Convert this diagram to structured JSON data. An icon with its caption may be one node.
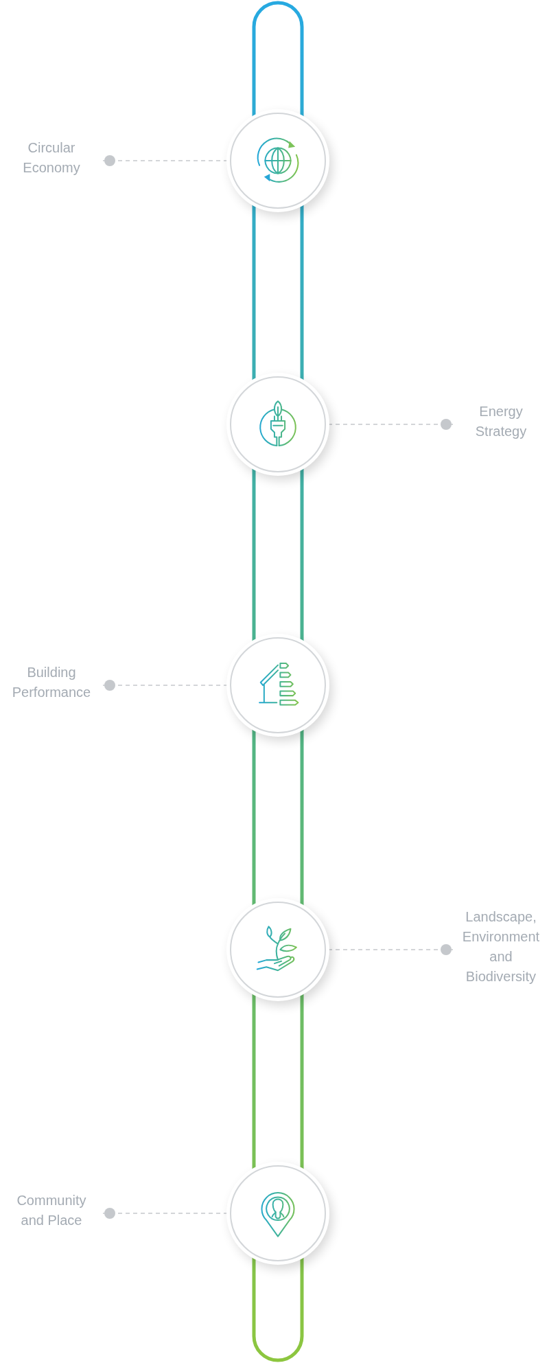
{
  "diagram": {
    "nodes": [
      {
        "text": [
          "Circular Economy"
        ]
      },
      {
        "text": [],
        "shape": "circle"
      },
      {
        "text": [],
        "shape": "circle"
      },
      {
        "text": [
          "Energy Strategy"
        ]
      },
      {
        "text": [
          "Building Performance"
        ]
      },
      {
        "text": [],
        "shape": "circle"
      },
      {
        "text": [],
        "shape": "circle"
      },
      {
        "text": [
          "Landscape, Environment and Biodiversity"
        ]
      },
      {
        "text": [
          "Community and Place"
        ]
      },
      {
        "text": [],
        "shape": "circle"
      }
    ],
    "edges": [
      {
        "from": 0,
        "to": 1,
        "arrow": "other",
        "style": "dashed"
      },
      {
        "from": 3,
        "to": 2,
        "arrow": "other",
        "style": "dashed"
      },
      {
        "from": 4,
        "to": 5,
        "arrow": "other",
        "style": "dashed"
      },
      {
        "from": 7,
        "to": 6,
        "arrow": "other",
        "style": "dashed"
      },
      {
        "from": 8,
        "to": 9,
        "arrow": "other",
        "style": "dashed"
      }
    ]
  }
}
